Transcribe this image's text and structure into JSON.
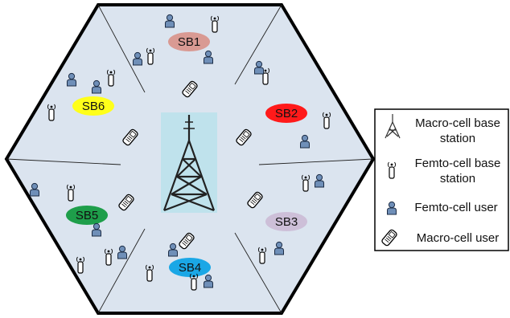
{
  "sub_bands": [
    {
      "label": "SB1",
      "color": "#d99a93"
    },
    {
      "label": "SB2",
      "color": "#ff1a1a"
    },
    {
      "label": "SB3",
      "color": "#cdbfd8"
    },
    {
      "label": "SB4",
      "color": "#1aa7e6"
    },
    {
      "label": "SB5",
      "color": "#1e9e4a"
    },
    {
      "label": "SB6",
      "color": "#ffff1a"
    }
  ],
  "legend": {
    "macro_bs_line1": "Macro-cell base",
    "macro_bs_line2": "station",
    "femto_bs_line1": "Femto-cell base",
    "femto_bs_line2": "station",
    "femto_user": "Femto-cell user",
    "macro_user": "Macro-cell user"
  },
  "colors": {
    "cell_fill": "#dbe4ef",
    "tower_bg": "#bfe2ec",
    "user_fill": "#6f8fb8",
    "outline": "#000000"
  }
}
